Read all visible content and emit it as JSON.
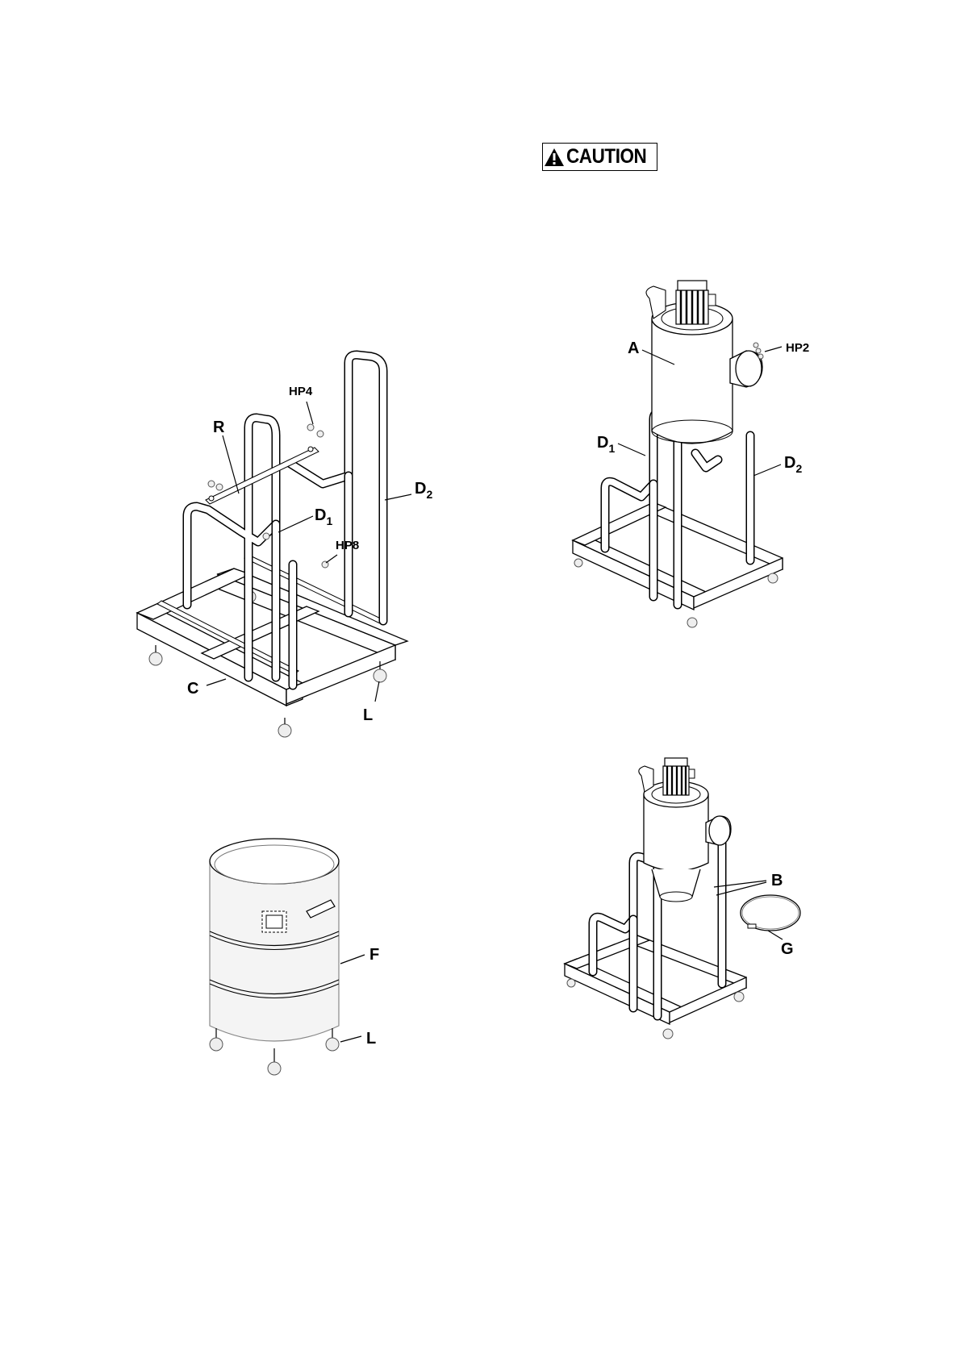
{
  "caution": {
    "label": "CAUTION",
    "icon": "warning-triangle-icon"
  },
  "figures": {
    "stand_assembly": {
      "labels": {
        "R": "R",
        "HP4": "HP4",
        "D1_main": "D",
        "D1_sub": "1",
        "D2_main": "D",
        "D2_sub": "2",
        "HP8": "HP8",
        "C": "C",
        "L": "L"
      }
    },
    "collector_mounted": {
      "labels": {
        "A": "A",
        "HP2": "HP2",
        "D1_main": "D",
        "D1_sub": "1",
        "D2_main": "D",
        "D2_sub": "2"
      }
    },
    "drum": {
      "labels": {
        "F": "F",
        "L": "L"
      }
    },
    "cone_clamp": {
      "labels": {
        "B": "B",
        "G": "G"
      }
    }
  }
}
